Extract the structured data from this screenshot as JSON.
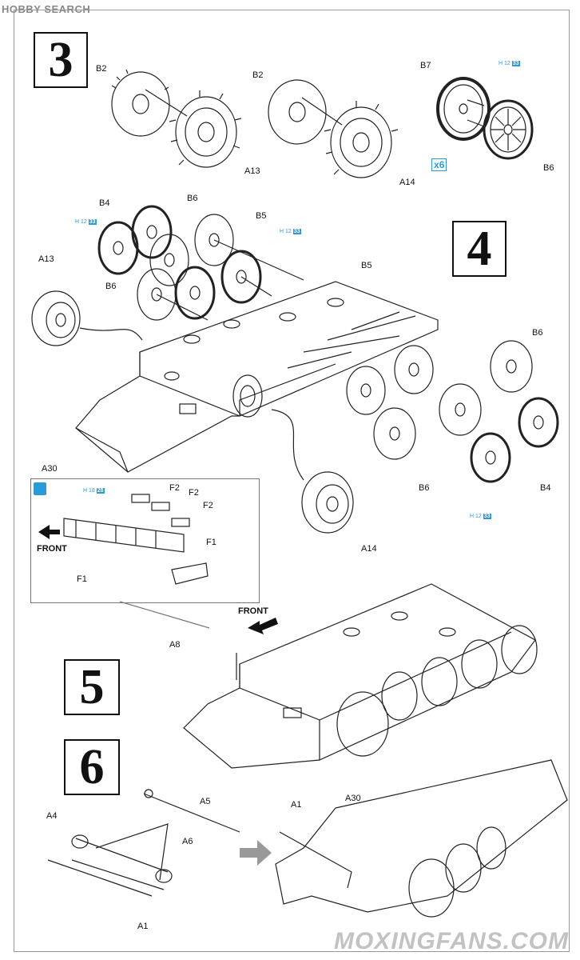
{
  "header": {
    "site_logo": "HOBBY SEARCH"
  },
  "steps": {
    "s3": "3",
    "s4": "4",
    "s5": "5",
    "s6": "6"
  },
  "labels": {
    "b2_left": "B2",
    "a13_top": "A13",
    "b2_mid": "B2",
    "a14_top": "A14",
    "b7": "B7",
    "b6_top": "B6",
    "x6": "6",
    "b4": "B4",
    "b6_a": "B6",
    "b5_a": "B5",
    "a13": "A13",
    "b6_b": "B6",
    "b5_b": "B5",
    "b6_r": "B6",
    "a30": "A30",
    "b6_c": "B6",
    "b4_r": "B4",
    "a14": "A14",
    "f2_a": "F2",
    "f2_b": "F2",
    "f2_c": "F2",
    "f1_a": "F1",
    "front_inset": "FRONT",
    "f1_b": "F1",
    "front_5": "FRONT",
    "a8": "A8",
    "a5": "A5",
    "a4": "A4",
    "a6": "A6",
    "a1_bottom": "A1",
    "a1_right": "A1",
    "a30_b": "A30"
  },
  "paint_refs": {
    "h12_33_a": {
      "code": "H 12",
      "num": "33"
    },
    "h12_33_b": {
      "code": "H 12",
      "num": "33"
    },
    "h12_33_c": {
      "code": "H 12",
      "num": "33"
    },
    "h18_28": {
      "code": "H 18",
      "num": "28"
    },
    "h12_33_d": {
      "code": "H 12",
      "num": "33"
    }
  },
  "watermark": "MOXINGFANS.COM",
  "icons": [
    "paintbrush-icon",
    "arrow-left-icon",
    "arrow-right-icon"
  ]
}
